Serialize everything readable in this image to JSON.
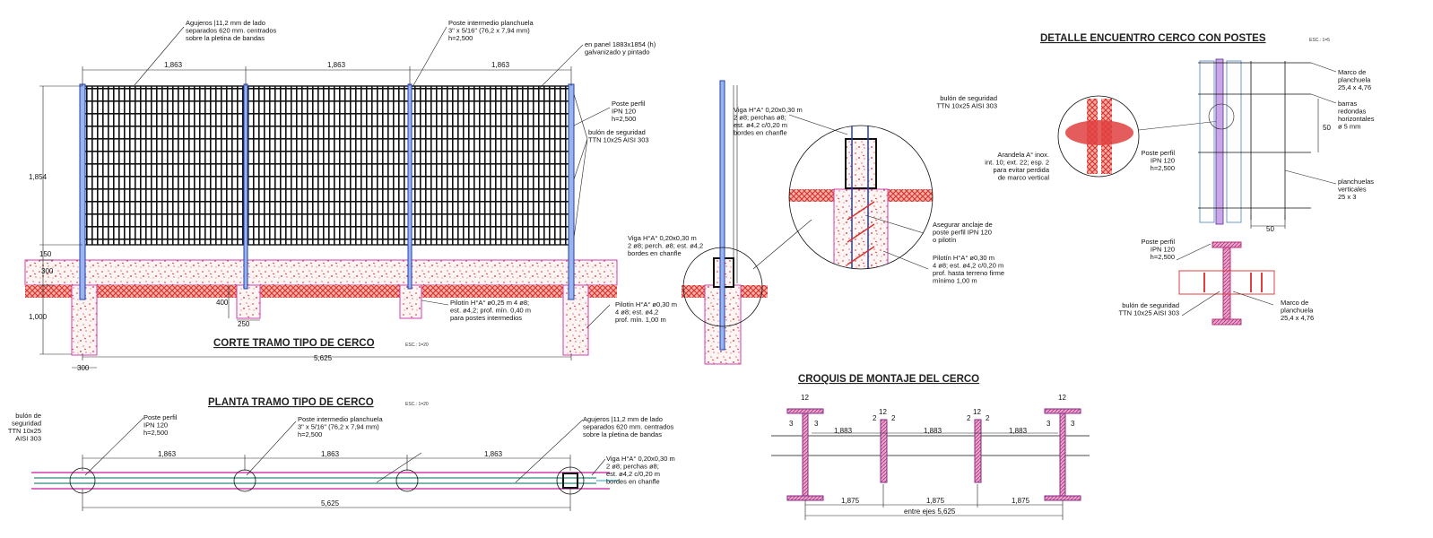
{
  "colors": {
    "concrete_dots": "#d32a2a",
    "hatch": "#e0403a",
    "outline": "#d23fb0",
    "post": "#1f3fb8",
    "ink": "#111111"
  },
  "titles": {
    "corte": "CORTE TRAMO TIPO DE CERCO",
    "corte_scale": "ESC.: 1=20",
    "planta": "PLANTA TRAMO TIPO DE CERCO",
    "planta_scale": "ESC.: 1=20",
    "detalle": "DETALLE ENCUENTRO CERCO CON POSTES",
    "detalle_scale": "ESC.: 1=5",
    "croquis": "CROQUIS DE MONTAJE DEL CERCO"
  },
  "labels": {
    "agujeros": [
      "Agujeros |11,2 mm de lado",
      "separados 620 mm. centrados",
      "sobre la pletina de bandas"
    ],
    "poste_intermedio": [
      "Poste intermedio planchuela",
      "3\" x 5/16\"  (76,2 x 7,94 mm)",
      "h=2,500"
    ],
    "panel": [
      "en panel 1883x1854 (h)",
      "galvanizado y pintado"
    ],
    "poste_perfil": [
      "Poste perfil",
      "IPN 120",
      "h=2,500"
    ],
    "bulon": [
      "bulón de seguridad",
      "TTN 10x25 AISI 303"
    ],
    "viga_side": [
      "Viga H°A° 0,20x0,30 m",
      "2 ø8; perchas ø8;",
      "est. ø4,2 c/0,20 m",
      "bordes en chanfle"
    ],
    "viga_small": [
      "Viga H°A° 0,20x0,30 m",
      "2 ø8; perch. ø8; est. ø4,2",
      "bordes en chanfle"
    ],
    "pilotin_side": [
      "Pilotín H°A° ø0,30 m",
      "4 ø8; est. ø4,2",
      "prof. mín. 1,00 m"
    ],
    "pilotin_int": [
      "Pilotín H°A° ø0,25 m 4 ø8;",
      "est. ø4,2; prof. mín. 0,40 m",
      "para postes intermedios"
    ],
    "asegurar": [
      "Asegurar anclaje de",
      "poste perfil IPN 120",
      "o pilotín"
    ],
    "pilotin_det": [
      "Pilotín H°A° ø0,30 m",
      "4 ø8; est. ø4,2 c/0,20 m",
      "prof. hasta terreno firme",
      "mínimo 1,00 m"
    ],
    "bulon_det": [
      "bulón de seguridad",
      "TTN 10x25 AISI 303"
    ],
    "arandela": [
      "Arandela  A° inox.",
      "int. 10; ext. 22; esp. 2",
      "para evitar perdida",
      "de marco vertical"
    ],
    "marco": [
      "Marco de",
      "planchuela",
      "25,4 x 4,76"
    ],
    "barras": [
      "barras",
      "redondas",
      "horizontales",
      "ø 5 mm"
    ],
    "planchuelas": [
      "planchuelas",
      "verticales",
      "25 x 3"
    ],
    "poste_det": [
      "Poste perfil",
      "IPN 120",
      "h=2,500"
    ],
    "poste_ipn": [
      "Poste perfil",
      "IPN 120",
      "h=2,500"
    ],
    "bulon_ipn": [
      "bulón de seguridad",
      "TTN 10x25 AISI 303"
    ],
    "marco_ipn": [
      "Marco de",
      "planchuela",
      "25,4 x 4,76"
    ],
    "plan_bulon": [
      "bulón de",
      "seguridad",
      "TTN 10x25",
      "AISI 303"
    ],
    "plan_poste": [
      "Poste perfil",
      "IPN 120",
      "h=2,500"
    ],
    "plan_intermedio": [
      "Poste intermedio planchuela",
      "3\" x 5/16\"  (76,2 x 7,94 mm)",
      "h=2,500"
    ],
    "plan_agujeros": [
      "Agujeros |11,2 mm de lado",
      "separados 620 mm. centrados",
      "sobre la pletina de bandas"
    ],
    "plan_viga": [
      "Viga H°A° 0,20x0,30 m",
      "2 ø8; perchas ø8;",
      "est. ø4,2 c/0,20 m",
      "bordes en chanfle"
    ]
  },
  "dims": {
    "span": "1,863",
    "height": "1,854",
    "d150": "150",
    "d300": "300",
    "d1000": "1,000",
    "d400": "400",
    "d250": "250",
    "d300b": "300",
    "total": "5,625",
    "spacing": "50",
    "grid": "50",
    "croquis_span": "1,883",
    "croquis_axis": "1,875",
    "croquis_total": "entre ejes 5,625",
    "w12": "12",
    "w3": "3",
    "w2": "2"
  }
}
